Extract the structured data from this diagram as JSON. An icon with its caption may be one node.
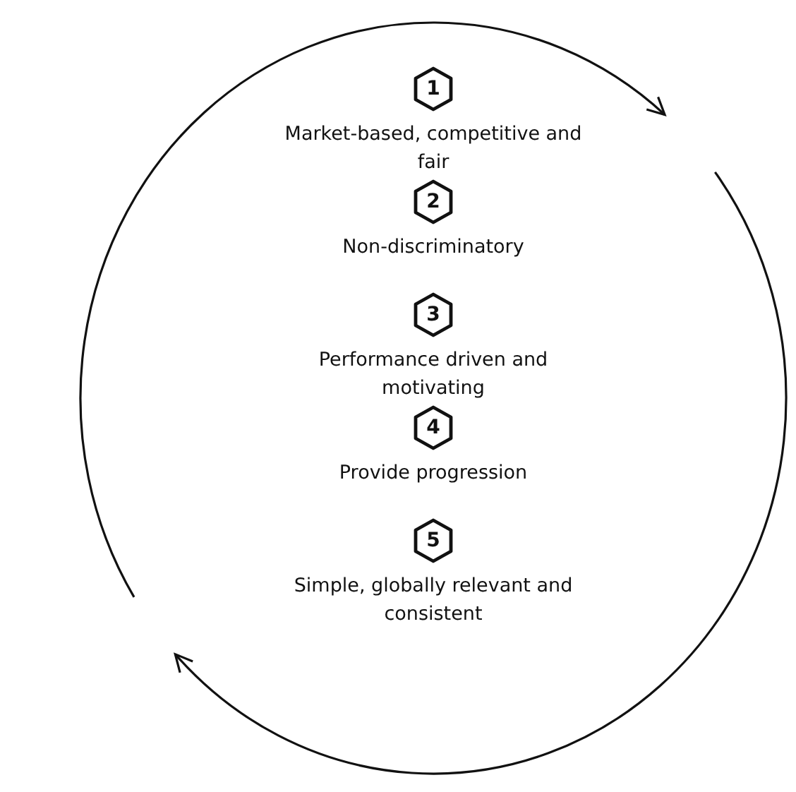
{
  "diagram": {
    "nodes": [
      {
        "text": [
          "1"
        ],
        "beside": [
          "Market-based, competitive and fair"
        ]
      },
      {
        "text": [
          "2"
        ],
        "beside": [
          "Non-discriminatory"
        ]
      },
      {
        "text": [
          "3"
        ],
        "beside": [
          "Performance driven and motivating"
        ]
      },
      {
        "text": [
          "4"
        ],
        "beside": [
          "Provide progression"
        ]
      },
      {
        "text": [
          "5"
        ],
        "beside": [
          "Simple, globally relevant and consistent"
        ]
      }
    ]
  }
}
